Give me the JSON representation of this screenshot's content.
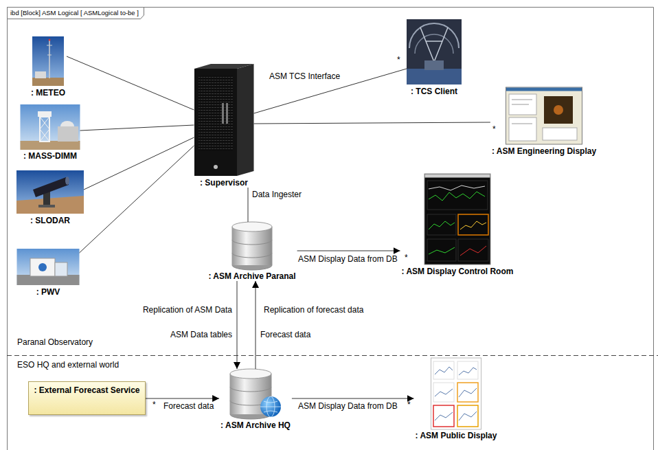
{
  "diagram": {
    "title": "ibd [Block] ASM Logical [ ASMLogical to-be ]",
    "nodes": [
      {
        "text": [
          ": METEO"
        ]
      },
      {
        "text": [
          ": MASS-DIMM"
        ]
      },
      {
        "text": [
          ": SLODAR"
        ]
      },
      {
        "text": [
          ": PWV"
        ]
      },
      {
        "text": [
          ": Supervisor"
        ]
      },
      {
        "text": [
          ": TCS Client"
        ]
      },
      {
        "text": [
          ": ASM Engineering Display"
        ]
      },
      {
        "text": [
          ": ASM Archive Paranal"
        ]
      },
      {
        "text": [
          ": ASM Display Control Room"
        ]
      },
      {
        "text": [
          ": External Forecast Service"
        ]
      },
      {
        "text": [
          ": ASM Archive HQ"
        ]
      },
      {
        "text": [
          ": ASM Public Display"
        ]
      }
    ],
    "edges": [
      {
        "from": 0,
        "to": 4,
        "arrow": "none"
      },
      {
        "from": 1,
        "to": 4,
        "arrow": "none"
      },
      {
        "from": 2,
        "to": 4,
        "arrow": "none"
      },
      {
        "from": 3,
        "to": 4,
        "arrow": "none"
      },
      {
        "from": 4,
        "to": 5,
        "label": "ASM TCS Interface",
        "arrow": "none"
      },
      {
        "from": 4,
        "to": 6,
        "arrow": "none"
      },
      {
        "from": 4,
        "to": 7,
        "label": "Data Ingester",
        "arrow": "none"
      },
      {
        "from": 7,
        "to": 8,
        "label": "ASM Display Data from DB",
        "arrow": "to"
      },
      {
        "from": 7,
        "to": 10,
        "label": "Replication of ASM Data",
        "arrow": "to"
      },
      {
        "from": 10,
        "to": 7,
        "label": "Replication of forecast data",
        "arrow": "to"
      },
      {
        "from": 9,
        "to": 10,
        "label": "Forecast data",
        "arrow": "to"
      },
      {
        "from": 10,
        "to": 11,
        "label": "ASM Display Data from DB",
        "arrow": "to"
      }
    ],
    "labels": [
      "*",
      "*",
      "ASM Data tables",
      "*",
      "Forecast data",
      "Paranal Observatory",
      "ESO HQ and external world",
      "*",
      "*"
    ]
  }
}
